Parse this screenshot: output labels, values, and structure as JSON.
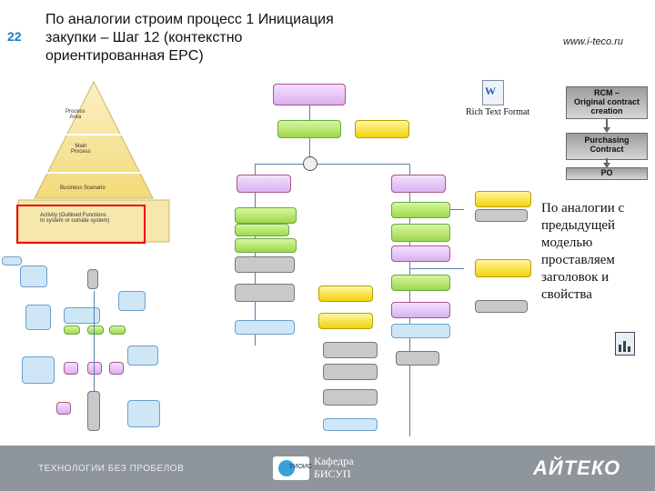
{
  "slide": {
    "number": "22",
    "title_lines": [
      "По аналогии строим процесс 1 Инициация",
      "закупки – Шаг 12 (контекстно",
      "ориентированная EPC)"
    ],
    "url": "www.i-teco.ru"
  },
  "attachment": {
    "icon": "word-document-icon",
    "label": "Rich Text Format"
  },
  "flow": [
    "RCM –\nOriginal contract\ncreation",
    "Purchasing\nContract",
    "PO"
  ],
  "callout": "По аналогии с предыдущей моделью проставляем заголовок и свойства",
  "pyramid": {
    "levels": [
      "Process\nArea",
      "Main\nProcess",
      "Business Scenario",
      "Activity (Outlined Functions\nIn system or outside system)"
    ]
  },
  "footer": {
    "left": "ТЕХНОЛОГИИ БЕЗ ПРОБЕЛОВ",
    "logo_text": "УИОИС",
    "department_lines": [
      "Кафедра",
      "БИСУП"
    ],
    "brand": "АЙТЕКО"
  },
  "colors": {
    "slide_number": "#1a7bbd",
    "footer": "#8e959b",
    "highlight": "#e00000",
    "event": "#e8c7ff",
    "function": "#b6e46a",
    "org": "#f2d20a"
  }
}
